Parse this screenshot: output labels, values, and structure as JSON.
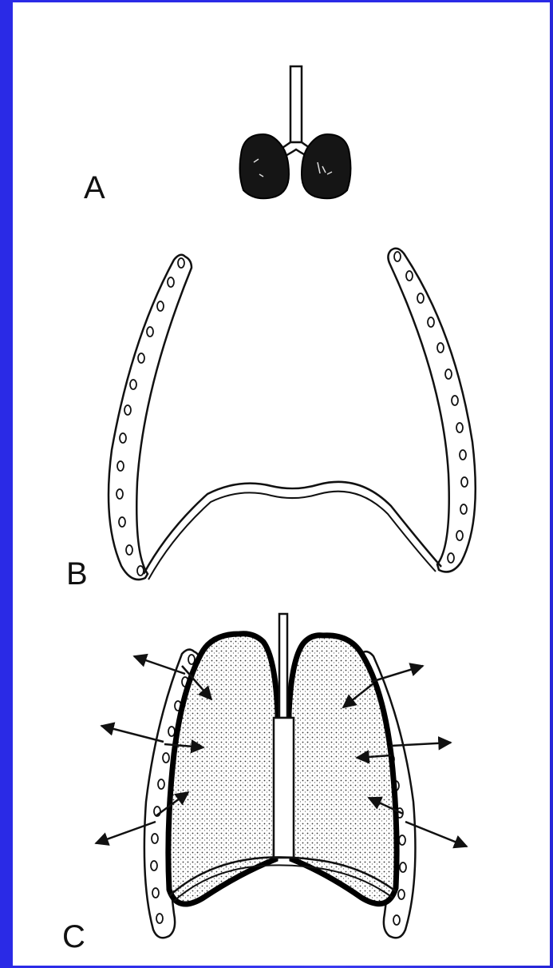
{
  "figure": {
    "panels": [
      {
        "id": "A",
        "label": "A"
      },
      {
        "id": "B",
        "label": "B"
      },
      {
        "id": "C",
        "label": "C"
      }
    ]
  },
  "colors": {
    "background": "#2a2ae6",
    "paper": "#ffffff",
    "ink": "#111111"
  },
  "icons": [
    "lungs-collapsed",
    "chest-wall",
    "lungs-inflated",
    "outward-arrow",
    "inward-arrow"
  ]
}
